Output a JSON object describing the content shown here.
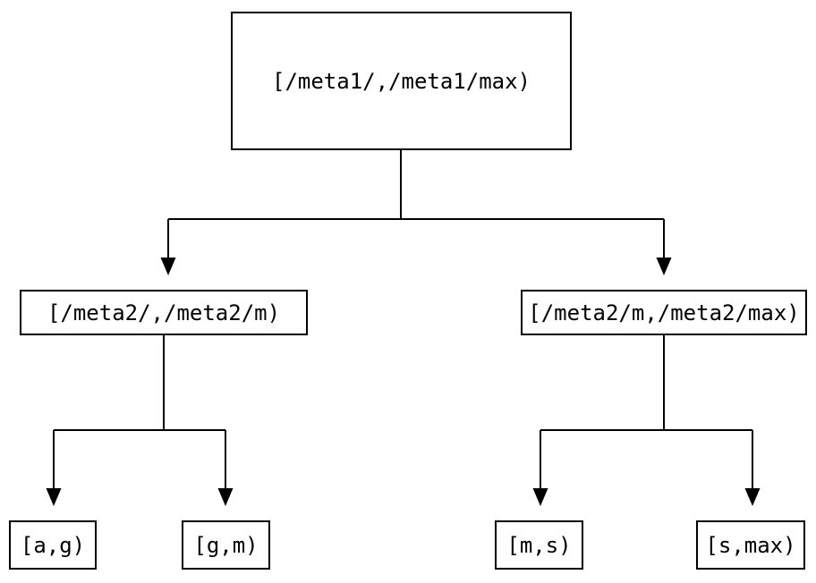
{
  "diagram": {
    "type": "binary-tree",
    "colors": {
      "background": "#ffffff",
      "line": "#000000",
      "text": "#000000"
    },
    "nodes": {
      "root": {
        "label": "[/meta1/,/meta1/max)"
      },
      "left": {
        "label": "[/meta2/,/meta2/m)"
      },
      "right": {
        "label": "[/meta2/m,/meta2/max)"
      },
      "left_left": {
        "label": "[a,g)"
      },
      "left_right": {
        "label": "[g,m)"
      },
      "right_left": {
        "label": "[m,s)"
      },
      "right_right": {
        "label": "[s,max)"
      }
    },
    "edges": [
      {
        "from": "root",
        "to": "left"
      },
      {
        "from": "root",
        "to": "right"
      },
      {
        "from": "left",
        "to": "left_left"
      },
      {
        "from": "left",
        "to": "left_right"
      },
      {
        "from": "right",
        "to": "right_left"
      },
      {
        "from": "right",
        "to": "right_right"
      }
    ]
  }
}
